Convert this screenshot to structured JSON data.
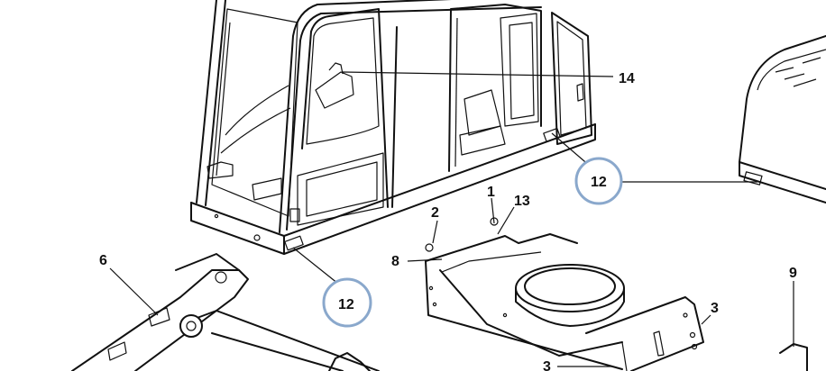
{
  "diagram": {
    "callouts": [
      {
        "id": "c14",
        "text": "14"
      },
      {
        "id": "c12a",
        "text": "12"
      },
      {
        "id": "c12b",
        "text": "12"
      },
      {
        "id": "c1",
        "text": "1"
      },
      {
        "id": "c2",
        "text": "2"
      },
      {
        "id": "c13",
        "text": "13"
      },
      {
        "id": "c8",
        "text": "8"
      },
      {
        "id": "c6",
        "text": "6"
      },
      {
        "id": "c3a",
        "text": "3"
      },
      {
        "id": "c3b",
        "text": "3"
      },
      {
        "id": "c9",
        "text": "9"
      }
    ],
    "colors": {
      "line": "#111111",
      "highlight_circle": "#8aa8cc",
      "background": "#ffffff"
    }
  }
}
